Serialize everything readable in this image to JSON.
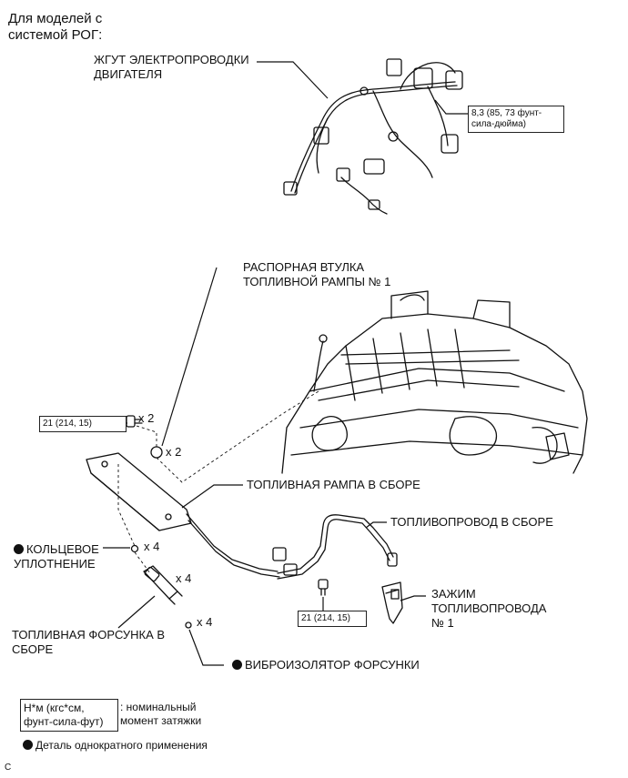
{
  "header": {
    "models_note": "Для моделей с\nсистемой РОГ:"
  },
  "labels": {
    "engine_harness": "ЖГУТ ЭЛЕКТРОПРОВОДКИ\nДВИГАТЕЛЯ",
    "spacer": "РАСПОРНАЯ ВТУЛКА\nТОПЛИВНОЙ РАМПЫ № 1",
    "fuel_rail": "ТОПЛИВНАЯ РАМПА В СБОРЕ",
    "fuel_pipe": "ТОПЛИВОПРОВОД В СБОРЕ",
    "pipe_clamp": "ЗАЖИМ\nТОПЛИВОПРОВОДА\n№ 1",
    "o_ring": "КОЛЬЦЕВОЕ\nУПЛОТНЕНИЕ",
    "injector": "ТОПЛИВНАЯ ФОРСУНКА В\nСБОРЕ",
    "insulator": "ВИБРОИЗОЛЯТОР ФОРСУНКИ"
  },
  "quantities": {
    "bolt": "x 2",
    "spacer": "x 2",
    "o_ring": "x 4",
    "injector": "x 4",
    "insulator": "x 4"
  },
  "torques": {
    "harness": "8,3 (85, 73 фунт-\nсила-дюйма)",
    "rail_bolt": "21 (214, 15)",
    "pipe_bolt": "21 (214, 15)"
  },
  "legend": {
    "torque_box": "Н*м (кгс*см,\nфунт-сила-фут)",
    "torque_desc": ": номинальный\nмомент затяжки",
    "single_use": "Деталь однократного применения"
  },
  "footer": {
    "code": "C"
  }
}
